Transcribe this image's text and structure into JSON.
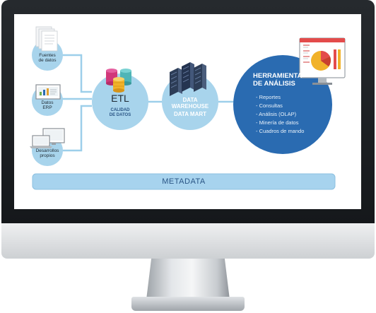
{
  "sources": [
    {
      "label": "Fuentes\nde datos",
      "icon": "documents-icon"
    },
    {
      "label": "Datos\nERP",
      "icon": "erp-screen-icon"
    },
    {
      "label": "Desarrollos\npropios",
      "icon": "computers-icon"
    }
  ],
  "etl": {
    "title": "ETL",
    "subtitle": "CALIDAD\nDE DATOS",
    "icon": "database-stack-icon"
  },
  "warehouse": {
    "line1": "DATA",
    "line2": "WAREHOUSE",
    "line3": "DATA MART",
    "icon": "server-racks-icon"
  },
  "analysis": {
    "title": "HERRAMIENTA\nDE ANÁLISIS",
    "items": [
      "- Reportes",
      "- Consultas",
      "- Análisis (OLAP)",
      "- Minería de datos",
      "- Cuadros de mando"
    ],
    "icon": "pie-chart-monitor-icon"
  },
  "metadata_label": "METADATA",
  "colors": {
    "bubble": "#a8d4ec",
    "connector": "#9dcfea",
    "dark_blue": "#2a6bb1",
    "bar": "#a7d3ee",
    "bar_border": "#8cc0e0",
    "text_dark": "#1f2a33",
    "text_blue": "#2a5585"
  }
}
